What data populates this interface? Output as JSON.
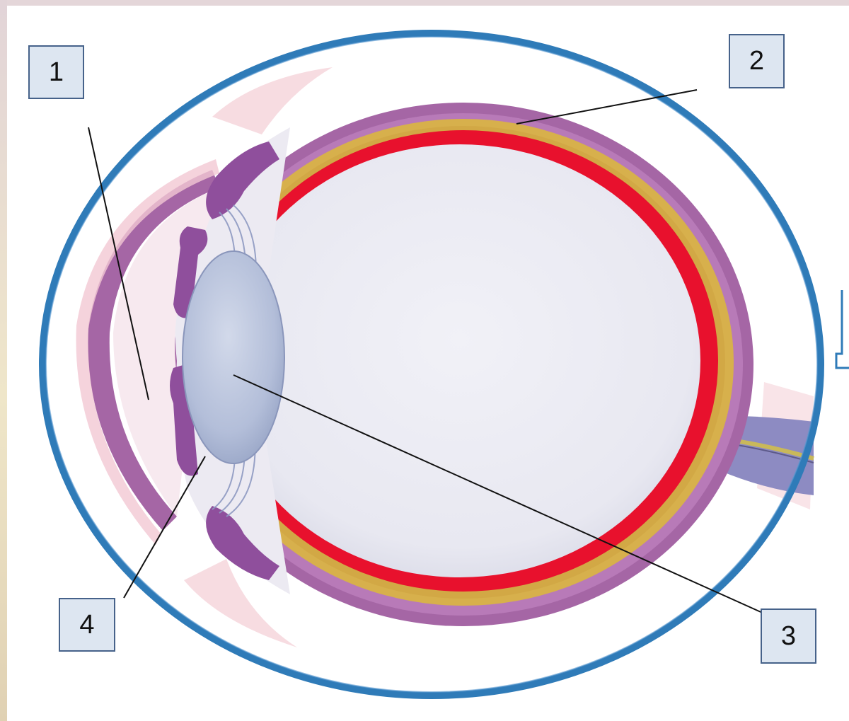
{
  "callouts": [
    {
      "label": "1"
    },
    {
      "label": "2"
    },
    {
      "label": "3"
    },
    {
      "label": "4"
    }
  ],
  "colors": {
    "frame_ring": "#2f7bb8",
    "sclera": "#a566a5",
    "choroid": "#d7b04c",
    "retina": "#e8112d",
    "lens": "#b7c2dc",
    "vitreous": "#eaeaf2",
    "optic_nerve": "#8d8bc2",
    "label_box_fill": "#dde6f1",
    "label_box_border": "#46628a"
  }
}
